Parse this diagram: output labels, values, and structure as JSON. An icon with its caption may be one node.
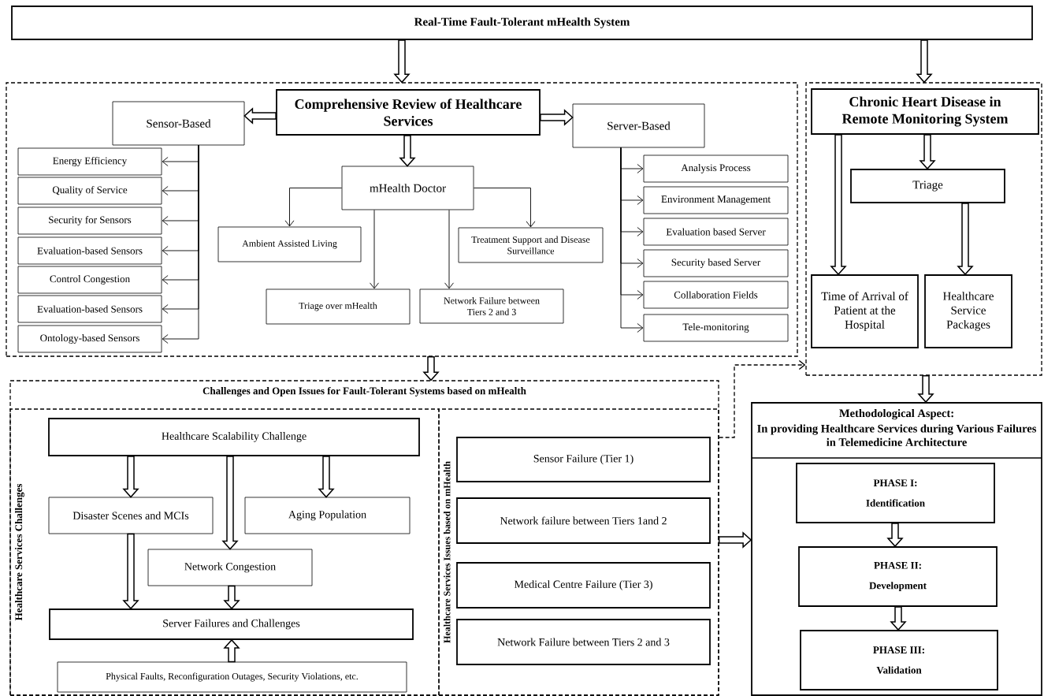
{
  "diagram": {
    "nodes": [
      {
        "text": [
          "Real-Time Fault-Tolerant mHealth System"
        ]
      },
      {
        "text": [],
        "shape": "box"
      },
      {
        "text": [
          "Comprehensive Review of Healthcare Services"
        ],
        "in": 1
      },
      {
        "text": [
          "Sensor-Based"
        ],
        "in": 1
      },
      {
        "text": [
          "Server-Based"
        ],
        "in": 1
      },
      {
        "text": [
          "mHealth Doctor"
        ],
        "in": 1
      },
      {
        "text": [
          "Ambient Assisted Living"
        ],
        "in": 1
      },
      {
        "text": [
          "Treatment Support and Disease Surveillance"
        ],
        "in": 1
      },
      {
        "text": [
          "Triage over mHealth"
        ],
        "in": 1
      },
      {
        "text": [
          "Network Failure between Tiers 2 and 3"
        ],
        "in": 1
      },
      {
        "text": [
          "Energy Efficiency"
        ],
        "in": 1
      },
      {
        "text": [
          "Quality of Service"
        ],
        "in": 1
      },
      {
        "text": [
          "Security for Sensors"
        ],
        "in": 1
      },
      {
        "text": [
          "Evaluation-based Sensors"
        ],
        "in": 1
      },
      {
        "text": [
          "Control Congestion"
        ],
        "in": 1
      },
      {
        "text": [
          "Evaluation-based Sensors"
        ],
        "in": 1
      },
      {
        "text": [
          "Ontology-based Sensors"
        ],
        "in": 1
      },
      {
        "text": [
          "Analysis Process"
        ],
        "in": 1
      },
      {
        "text": [
          "Environment Management"
        ],
        "in": 1
      },
      {
        "text": [
          "Evaluation based Server"
        ],
        "in": 1
      },
      {
        "text": [
          "Security based Server"
        ],
        "in": 1
      },
      {
        "text": [
          "Collaboration Fields"
        ],
        "in": 1
      },
      {
        "text": [
          "Tele-monitoring"
        ],
        "in": 1
      },
      {
        "text": [],
        "shape": "box"
      },
      {
        "text": [
          "Chronic Heart Disease in Remote Monitoring System"
        ],
        "in": 23
      },
      {
        "text": [
          "Triage"
        ],
        "in": 23
      },
      {
        "text": [
          "Time of Arrival of Patient at the Hospital"
        ],
        "in": 23
      },
      {
        "text": [
          "Healthcare Service Packages"
        ],
        "in": 23
      },
      {
        "text": [
          "Challenges and Open Issues for Fault-Tolerant Systems based on mHealth"
        ]
      },
      {
        "text": [
          "Healthcare Services Challenges"
        ],
        "in": 28
      },
      {
        "text": [
          "Healthcare Services Issues based on mHealth"
        ],
        "in": 28
      },
      {
        "text": [
          "Healthcare Scalability Challenge"
        ],
        "in": 29
      },
      {
        "text": [
          "Disaster Scenes and MCIs"
        ],
        "in": 29
      },
      {
        "text": [
          "Aging Population"
        ],
        "in": 29
      },
      {
        "text": [
          "Network Congestion"
        ],
        "in": 29
      },
      {
        "text": [
          "Server Failures and Challenges"
        ],
        "in": 29
      },
      {
        "text": [
          "Physical Faults, Reconfiguration Outages, Security Violations, etc."
        ],
        "in": 29
      },
      {
        "text": [
          "Sensor Failure (Tier 1)"
        ],
        "in": 30
      },
      {
        "text": [
          "Network failure between Tiers 1and 2"
        ],
        "in": 30
      },
      {
        "text": [
          "Medical Centre Failure (Tier 3)"
        ],
        "in": 30
      },
      {
        "text": [
          "Network Failure between Tiers 2 and 3"
        ],
        "in": 30
      },
      {
        "text": [
          "Methodological Aspect:",
          "In providing Healthcare Services during Various Failures in Telemedicine Architecture"
        ]
      },
      {
        "text": [
          "PHASE I:",
          "Identification"
        ],
        "in": 41
      },
      {
        "text": [
          "PHASE II:",
          "Development"
        ],
        "in": 41
      },
      {
        "text": [
          "PHASE III:",
          "Validation"
        ],
        "in": 41
      }
    ],
    "edges": [
      {
        "from": 0,
        "to": 1,
        "arrow": "to",
        "style": "thick"
      },
      {
        "from": 0,
        "to": 23,
        "arrow": "to",
        "style": "thick"
      },
      {
        "from": 2,
        "to": 3,
        "arrow": "to",
        "style": "thick"
      },
      {
        "from": 2,
        "to": 4,
        "arrow": "to",
        "style": "thick"
      },
      {
        "from": 2,
        "to": 5,
        "arrow": "to",
        "style": "thick"
      },
      {
        "from": 5,
        "to": 6,
        "arrow": "to"
      },
      {
        "from": 5,
        "to": 7,
        "arrow": "to"
      },
      {
        "from": 5,
        "to": 8,
        "arrow": "to"
      },
      {
        "from": 5,
        "to": 9,
        "arrow": "to"
      },
      {
        "from": 3,
        "to": 10,
        "arrow": "to"
      },
      {
        "from": 3,
        "to": 11,
        "arrow": "to"
      },
      {
        "from": 3,
        "to": 12,
        "arrow": "to"
      },
      {
        "from": 3,
        "to": 13,
        "arrow": "to"
      },
      {
        "from": 3,
        "to": 14,
        "arrow": "to"
      },
      {
        "from": 3,
        "to": 15,
        "arrow": "to"
      },
      {
        "from": 3,
        "to": 16,
        "arrow": "to"
      },
      {
        "from": 4,
        "to": 17,
        "arrow": "to"
      },
      {
        "from": 4,
        "to": 18,
        "arrow": "to"
      },
      {
        "from": 4,
        "to": 19,
        "arrow": "to"
      },
      {
        "from": 4,
        "to": 20,
        "arrow": "to"
      },
      {
        "from": 4,
        "to": 21,
        "arrow": "to"
      },
      {
        "from": 4,
        "to": 22,
        "arrow": "to"
      },
      {
        "from": 24,
        "to": 25,
        "arrow": "to",
        "style": "thick"
      },
      {
        "from": 24,
        "to": 26,
        "arrow": "to",
        "style": "thick"
      },
      {
        "from": 25,
        "to": 27,
        "arrow": "to",
        "style": "thick"
      },
      {
        "from": 1,
        "to": 28,
        "arrow": "to",
        "style": "thick"
      },
      {
        "from": 28,
        "to": 23,
        "arrow": "to",
        "style": "dashed"
      },
      {
        "from": 23,
        "to": 41,
        "arrow": "to",
        "style": "thick"
      },
      {
        "from": 30,
        "to": 41,
        "arrow": "to",
        "style": "thick"
      },
      {
        "from": 31,
        "to": 32,
        "arrow": "to",
        "style": "thick"
      },
      {
        "from": 31,
        "to": 34,
        "arrow": "to",
        "style": "thick"
      },
      {
        "from": 31,
        "to": 33,
        "arrow": "to",
        "style": "thick"
      },
      {
        "from": 32,
        "to": 35,
        "arrow": "to",
        "style": "thick"
      },
      {
        "from": 34,
        "to": 35,
        "arrow": "to",
        "style": "thick"
      },
      {
        "from": 36,
        "to": 35,
        "arrow": "to",
        "style": "thick"
      },
      {
        "from": 42,
        "to": 43,
        "arrow": "to",
        "style": "thick"
      },
      {
        "from": 43,
        "to": 44,
        "arrow": "to",
        "style": "thick"
      }
    ]
  }
}
